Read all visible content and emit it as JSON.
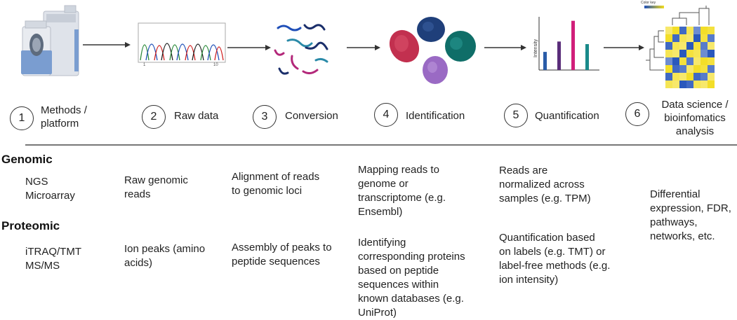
{
  "steps": [
    {
      "num": "1",
      "label": "Methods / platform"
    },
    {
      "num": "2",
      "label": "Raw data"
    },
    {
      "num": "3",
      "label": "Conversion"
    },
    {
      "num": "4",
      "label": "Identification"
    },
    {
      "num": "5",
      "label": "Quantification"
    },
    {
      "num": "6",
      "label": "Data science / bioinfomatics analysis"
    }
  ],
  "chromatogram": {
    "x_start": "1",
    "x_end": "10"
  },
  "bar_chart": {
    "ylabel": "Intensity",
    "values": [
      0.35,
      0.55,
      0.95,
      0.5
    ],
    "colors": [
      "#2a5ca8",
      "#5a2d7a",
      "#d11f7a",
      "#1a8a8a"
    ]
  },
  "heatmap": {
    "key_label": "Color key"
  },
  "sections": {
    "genomic": {
      "title": "Genomic",
      "platform": [
        "NGS",
        "Microarray"
      ],
      "raw_data": [
        "Raw genomic",
        "reads"
      ],
      "conversion": [
        "Alignment of reads",
        "to genomic loci"
      ],
      "identification": [
        "Mapping reads to",
        "genome or",
        "transcriptome (e.g.",
        "Ensembl)"
      ],
      "quantification": [
        "Reads are",
        "normalized across",
        "samples (e.g. TPM)"
      ]
    },
    "proteomic": {
      "title": "Proteomic",
      "platform": [
        "iTRAQ/TMT",
        "MS/MS"
      ],
      "raw_data": [
        "Ion peaks (amino",
        "acids)"
      ],
      "conversion": [
        "Assembly of peaks to",
        "peptide sequences"
      ],
      "identification": [
        "Identifying",
        "corresponding proteins",
        "based on peptide",
        "sequences within",
        "known databases (e.g.",
        "UniProt)"
      ],
      "quantification": [
        "Quantification based",
        "on labels (e.g. TMT) or",
        "label-free methods (e.g.",
        "ion intensity)"
      ]
    },
    "analysis": [
      "Differential",
      "expression, FDR,",
      "pathways,",
      "networks, etc."
    ]
  },
  "colors": {
    "arrow": "#333333",
    "divider": "#777777",
    "heat_high": "#f2dc1c",
    "heat_low": "#1f4fb8"
  }
}
